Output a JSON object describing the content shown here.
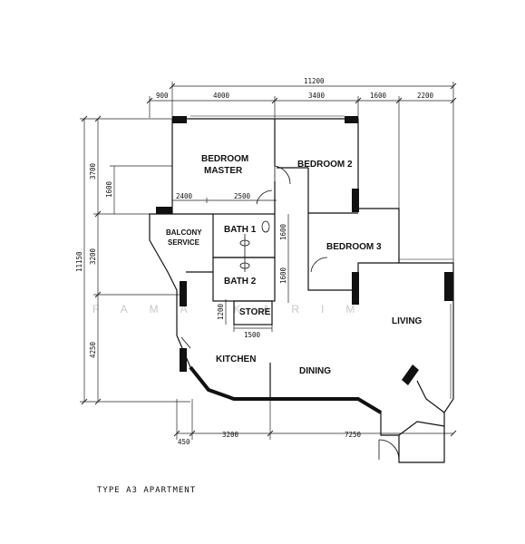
{
  "rooms": {
    "bedroom_master_line1": "BEDROOM",
    "bedroom_master_line2": "MASTER",
    "bedroom_2": "BEDROOM 2",
    "bedroom_3": "BEDROOM 3",
    "bath_1": "BATH 1",
    "bath_2": "BATH 2",
    "store": "STORE",
    "balcony_line1": "BALCONY",
    "balcony_line2": "SERVICE",
    "living": "LIVING",
    "kitchen": "KITCHEN",
    "dining": "DINING"
  },
  "dimensions": {
    "top_total": "11200",
    "top_segments": [
      "900",
      "4000",
      "3400",
      "1600",
      "2200"
    ],
    "left_total": "11150",
    "left_segments": [
      "3700",
      "3200",
      "4250"
    ],
    "left_inner": "1600",
    "inner_2400": "2400",
    "inner_2500": "2500",
    "bath_1600_a": "1600",
    "bath_1600_b": "1600",
    "store_height": "1200",
    "store_width": "1500",
    "bottom": [
      "450",
      "3200",
      "7250"
    ]
  },
  "caption": "TYPE A3 APARTMENT",
  "watermark": "FAMA KARIM"
}
